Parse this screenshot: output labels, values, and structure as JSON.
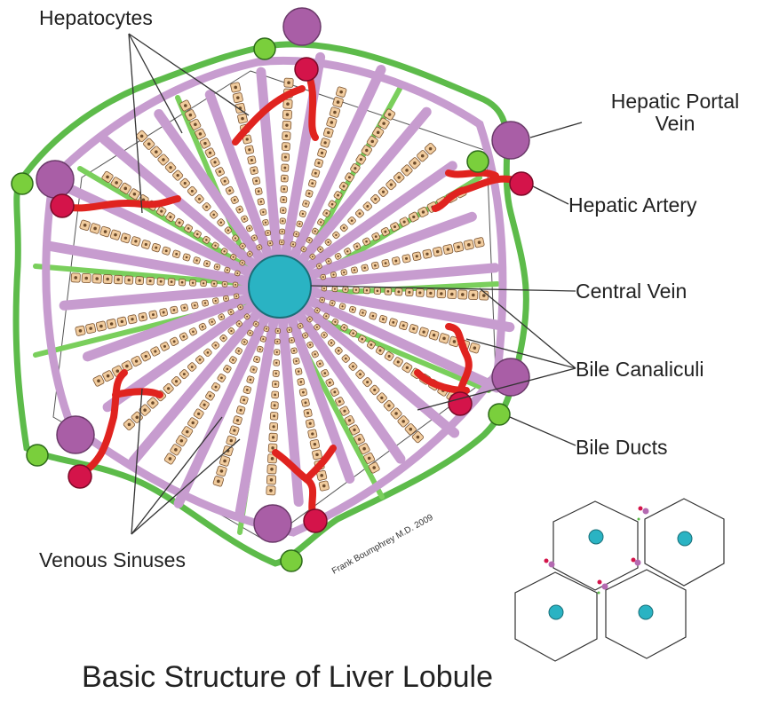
{
  "labels": {
    "hepatocytes": "Hepatocytes",
    "hepatic_portal_vein_line1": "Hepatic Portal",
    "hepatic_portal_vein_line2": "Vein",
    "hepatic_artery": "Hepatic Artery",
    "central_vein": "Central Vein",
    "bile_canaliculi": "Bile Canaliculi",
    "bile_ducts": "Bile Ducts",
    "venous_sinuses": "Venous Sinuses"
  },
  "signature": "Frank Boumphrey M.D. 2009",
  "title": "Basic Structure of Liver Lobule",
  "colors": {
    "background_frame": "#000000",
    "canvas": "#ffffff",
    "sinus": "#c79ccf",
    "bile_duct": "#5dbb4a",
    "bile_canaliculus": "#7acf5c",
    "portal_vein": "#a95ea6",
    "hepatic_artery": "#d4144a",
    "artery_branch": "#e0231f",
    "central_vein": "#2ab3c3",
    "hepatocyte_fill": "#f1cc9e",
    "hepatocyte_edge": "#7a5330",
    "outline": "#333333"
  }
}
